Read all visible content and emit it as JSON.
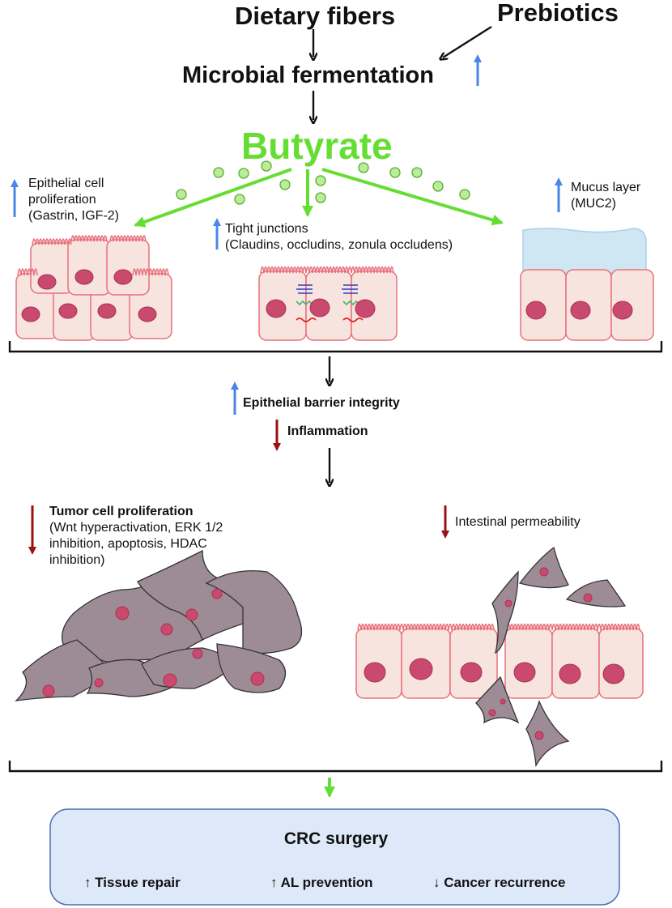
{
  "top": {
    "dietary_fibers": "Dietary fibers",
    "prebiotics": "Prebiotics",
    "fermentation": "Microbial fermentation",
    "butyrate": "Butyrate"
  },
  "effects": {
    "epithelial_line1": "Epithelial cell",
    "epithelial_line2": "proliferation",
    "epithelial_line3": "(Gastrin, IGF-2)",
    "tight_line1": "Tight junctions",
    "tight_line2": "(Claudins, occludins, zonula occludens)",
    "mucus_line1": "Mucus layer",
    "mucus_line2": "(MUC2)"
  },
  "middle": {
    "barrier": "Epithelial barrier integrity",
    "inflammation": "Inflammation"
  },
  "outcomes": {
    "tumor_title": "Tumor cell proliferation",
    "tumor_line2": "(Wnt hyperactivation, ERK 1/2",
    "tumor_line3": "inhibition, apoptosis, HDAC",
    "tumor_line4": "inhibition)",
    "permeability": "Intestinal permeability"
  },
  "box": {
    "title": "CRC surgery",
    "item1": "↑ Tissue repair",
    "item2": "↑ AL prevention",
    "item3": "↓ Cancer recurrence"
  },
  "colors": {
    "green": "#66dd33",
    "up_blue": "#4a86e8",
    "down_red": "#9b1111",
    "cell_fill": "#f8e4df",
    "cell_stroke": "#e7707c",
    "nucleus": "#c94a6e",
    "tumor_cell": "#9d8c96",
    "mucus": "#cfe6f3",
    "box_fill": "#dde9f8",
    "box_stroke": "#4a6fb5"
  }
}
